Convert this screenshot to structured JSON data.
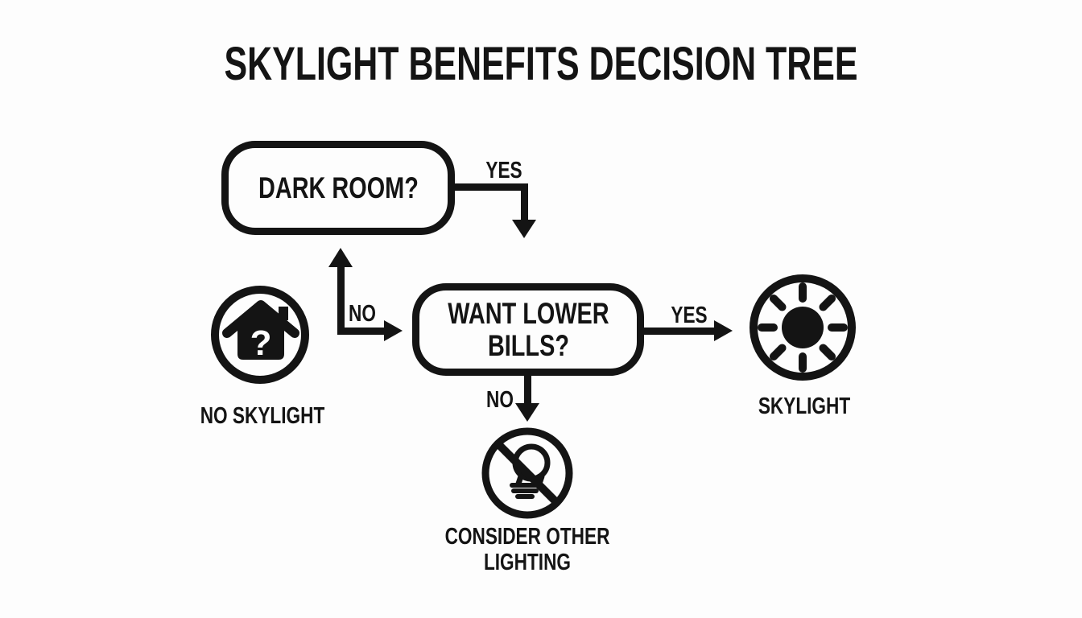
{
  "colors": {
    "ink": "#141414",
    "background": "#fdfdfd"
  },
  "title": "SKYLIGHT BENEFITS DECISION TREE",
  "nodes": {
    "dark_room": {
      "label": "DARK ROOM?"
    },
    "want_lower_bills": {
      "line1": "WANT LOWER",
      "line2": "BILLS?"
    }
  },
  "edges": {
    "dark_room_yes": {
      "label": "YES"
    },
    "dark_room_no": {
      "label": "NO"
    },
    "bills_yes": {
      "label": "YES"
    },
    "bills_no": {
      "label": "NO"
    }
  },
  "terminals": {
    "no_skylight": {
      "label": "NO SKYLIGHT",
      "icon": "house-question-icon",
      "glyph": "?"
    },
    "skylight": {
      "label": "SKYLIGHT",
      "icon": "sun-icon"
    },
    "consider_other_lighting": {
      "line1": "CONSIDER OTHER",
      "line2": "LIGHTING",
      "icon": "no-bulb-icon"
    }
  }
}
